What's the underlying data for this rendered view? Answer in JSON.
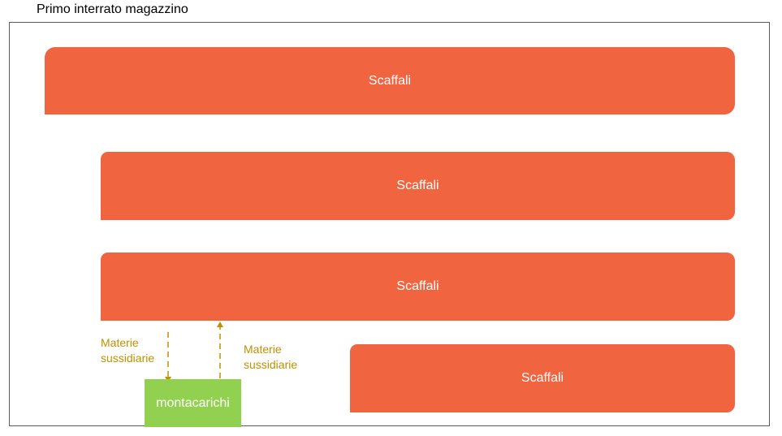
{
  "title": "Primo interrato magazzino",
  "shelves": [
    {
      "label": "Scaffali"
    },
    {
      "label": "Scaffali"
    },
    {
      "label": "Scaffali"
    },
    {
      "label": "Scaffali"
    }
  ],
  "lift": {
    "label": "montacarichi"
  },
  "flows": [
    {
      "direction": "down",
      "label_line1": "Materie",
      "label_line2": "sussidiarie"
    },
    {
      "direction": "up",
      "label_line1": "Materie",
      "label_line2": "sussidiarie"
    }
  ],
  "colors": {
    "shelf": "#f0643f",
    "lift": "#92d050",
    "flow": "#c09000",
    "frame": "#5a5a5a"
  }
}
